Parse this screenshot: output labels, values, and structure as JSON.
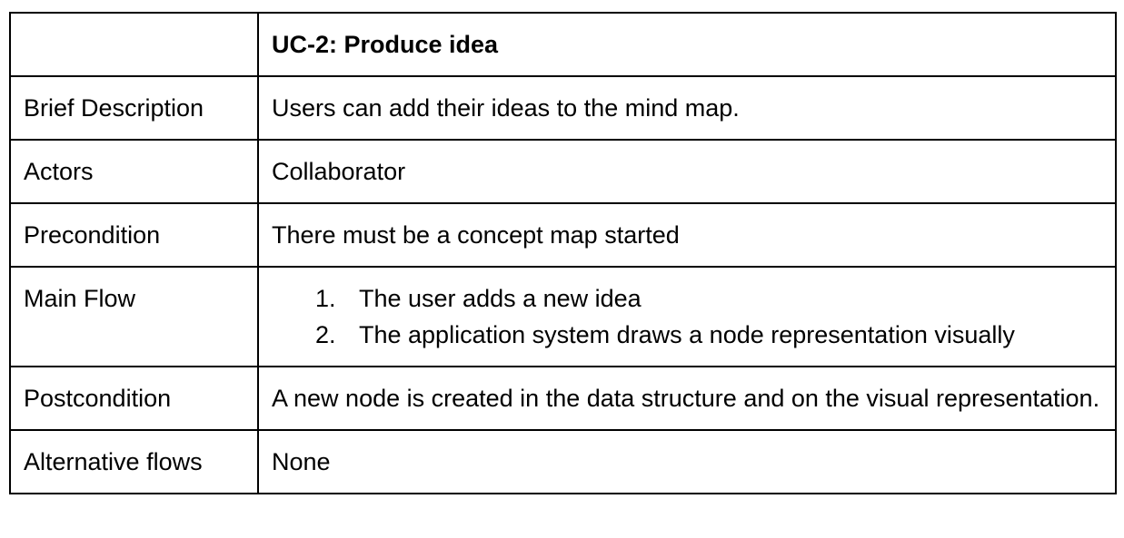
{
  "document": {
    "title": "UC-2: Produce idea",
    "rows": [
      {
        "label": "Brief Description",
        "value": "Users can add their ideas to the mind map."
      },
      {
        "label": "Actors",
        "value": "Collaborator"
      },
      {
        "label": "Precondition",
        "value": "There must be a concept map started"
      },
      {
        "label": "Main Flow",
        "steps": [
          {
            "num": "1.",
            "text": "The user adds a new idea"
          },
          {
            "num": "2.",
            "text": "The application system draws a node representation visually"
          }
        ]
      },
      {
        "label": "Postcondition",
        "value": "A new node is created in the data structure and on the visual representation."
      },
      {
        "label": "Alternative flows",
        "value": "None"
      }
    ]
  }
}
